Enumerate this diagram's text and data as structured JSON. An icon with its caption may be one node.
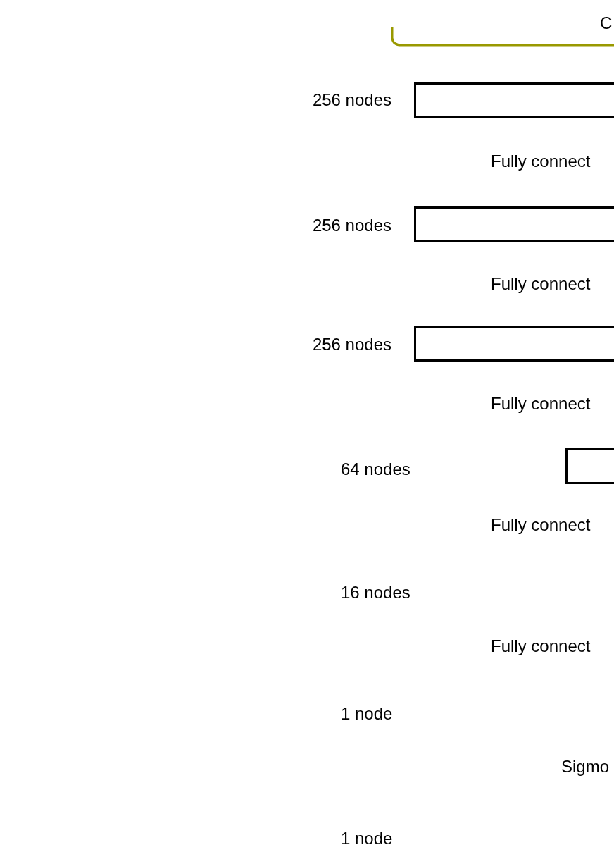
{
  "diagram": {
    "nodes": [
      {
        "text": [],
        "shape": "box",
        "beside": [
          "256 nodes"
        ]
      },
      {
        "text": [],
        "shape": "box",
        "beside": [
          "256 nodes"
        ]
      },
      {
        "text": [],
        "shape": "box",
        "beside": [
          "256 nodes"
        ]
      },
      {
        "text": [],
        "shape": "box"
      }
    ],
    "labels": [
      "C",
      "Fully connect",
      "Fully connect",
      "Fully connect",
      "64 nodes",
      "Fully connect",
      "16 nodes",
      "Fully connect",
      "1 node",
      "Sigmo",
      "1 node"
    ]
  }
}
